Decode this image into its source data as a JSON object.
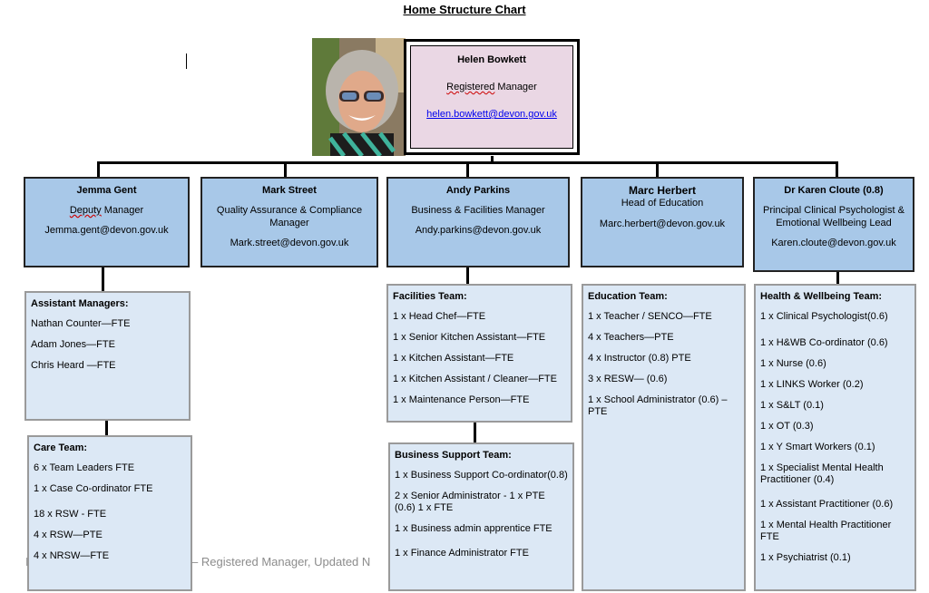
{
  "title": "Home Structure Chart",
  "manager": {
    "name": "Helen Bowkett",
    "role_underlined": "Registered",
    "role_rest": " Manager",
    "email": "helen.bowkett@devon.gov.uk"
  },
  "top": [
    {
      "name": "Jemma Gent",
      "role_underlined": "Deputy",
      "role_rest": " Manager",
      "email": "Jemma.gent@devon.gov.uk"
    },
    {
      "name": "Mark Street",
      "role": "Quality Assurance & Compliance Manager",
      "email": "Mark.street@devon.gov.uk"
    },
    {
      "name": "Andy Parkins",
      "role": "Business & Facilities Manager",
      "email": "Andy.parkins@devon.gov.uk"
    },
    {
      "name": "Marc Herbert",
      "role": "Head of Education",
      "email": "Marc.herbert@devon.gov.uk"
    },
    {
      "name": "Dr Karen Cloute (0.8)",
      "role": "Principal Clinical Psychologist & Emotional Wellbeing Lead",
      "email": "Karen.cloute@devon.gov.uk"
    }
  ],
  "teams": {
    "assistant": {
      "heading": "Assistant Managers:",
      "items": [
        "Nathan Counter—FTE",
        "Adam Jones—FTE",
        "Chris Heard —FTE"
      ]
    },
    "care": {
      "heading": "Care Team:",
      "items": [
        "6 x Team Leaders FTE",
        "1 x Case Co-ordinator FTE",
        "18 x RSW  - FTE",
        "4 x RSW—PTE",
        "4 x NRSW—FTE"
      ]
    },
    "facilities": {
      "heading": "Facilities Team:",
      "items": [
        "1 x Head Chef—FTE",
        "1 x Senior Kitchen Assistant—FTE",
        "1 x Kitchen Assistant—FTE",
        "1 x Kitchen Assistant / Cleaner—FTE",
        "1 x Maintenance Person—FTE"
      ]
    },
    "business": {
      "heading": "Business Support Team:",
      "items": [
        "1 x Business Support Co-ordinator(0.8)",
        "2 x Senior Administrator - 1 x PTE (0.6) 1 x FTE",
        "1 x Business admin apprentice FTE",
        "1 x Finance Administrator FTE"
      ]
    },
    "education": {
      "heading": "Education Team:",
      "items": [
        "1 x Teacher / SENCO—FTE",
        "4 x Teachers—PTE",
        "4 x Instructor (0.8) PTE",
        "3 x RESW— (0.6)",
        "1 x School Administrator (0.6) – PTE"
      ]
    },
    "health": {
      "heading": "Health & Wellbeing Team:",
      "items": [
        "1 x Clinical Psychologist(0.6)",
        "1 x H&WB Co-ordinator (0.6)",
        "1 x Nurse (0.6)",
        "1 x LINKS Worker (0.2)",
        "1 x S&LT (0.1)",
        "1 x OT (0.3)",
        "1 x Y Smart Workers (0.1)",
        "1 x Specialist Mental Health Practitioner (0.4)",
        "1 x Assistant Practitioner (0.6)",
        "1 x Mental Health Practitioner FTE",
        "1 x Psychiatrist (0.1)"
      ]
    }
  },
  "footer": {
    "left_char": "I",
    "text": "– Registered Manager, Updated N"
  }
}
